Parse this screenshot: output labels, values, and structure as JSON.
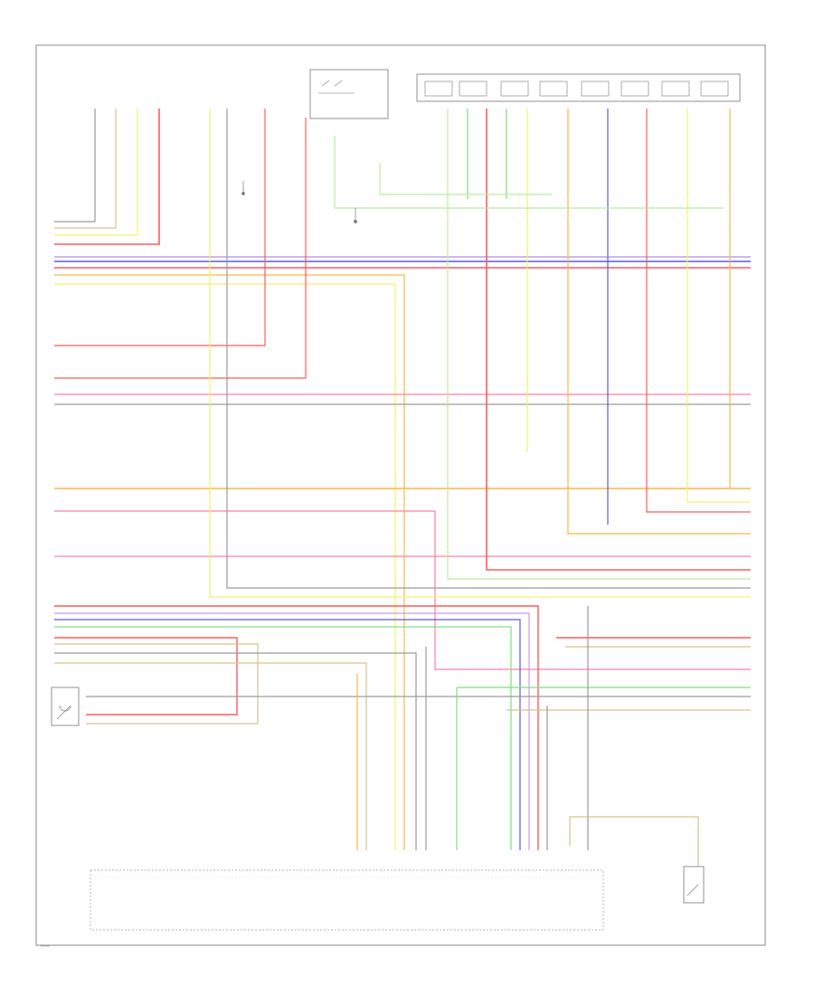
{
  "diagram": {
    "connectors_top": [
      {
        "id": "c1",
        "title_line1": "",
        "title_line2": ""
      },
      {
        "id": "c2",
        "title_line1": "",
        "title_line2": ""
      },
      {
        "id": "c3",
        "title_line1": "",
        "title_line2": ""
      },
      {
        "id": "c4",
        "title_line1": "",
        "title_line2": ""
      }
    ],
    "colors": {
      "red": "#ff5a5a",
      "pink": "#ff7fa6",
      "yellow": "#f5f06a",
      "orange": "#ffb347",
      "green": "#7ee07e",
      "blue": "#5a5ad6",
      "gray": "#9a9a9a",
      "tan": "#d9c08a",
      "violet": "#c79be8",
      "light_green": "#b8ee9a"
    }
  }
}
